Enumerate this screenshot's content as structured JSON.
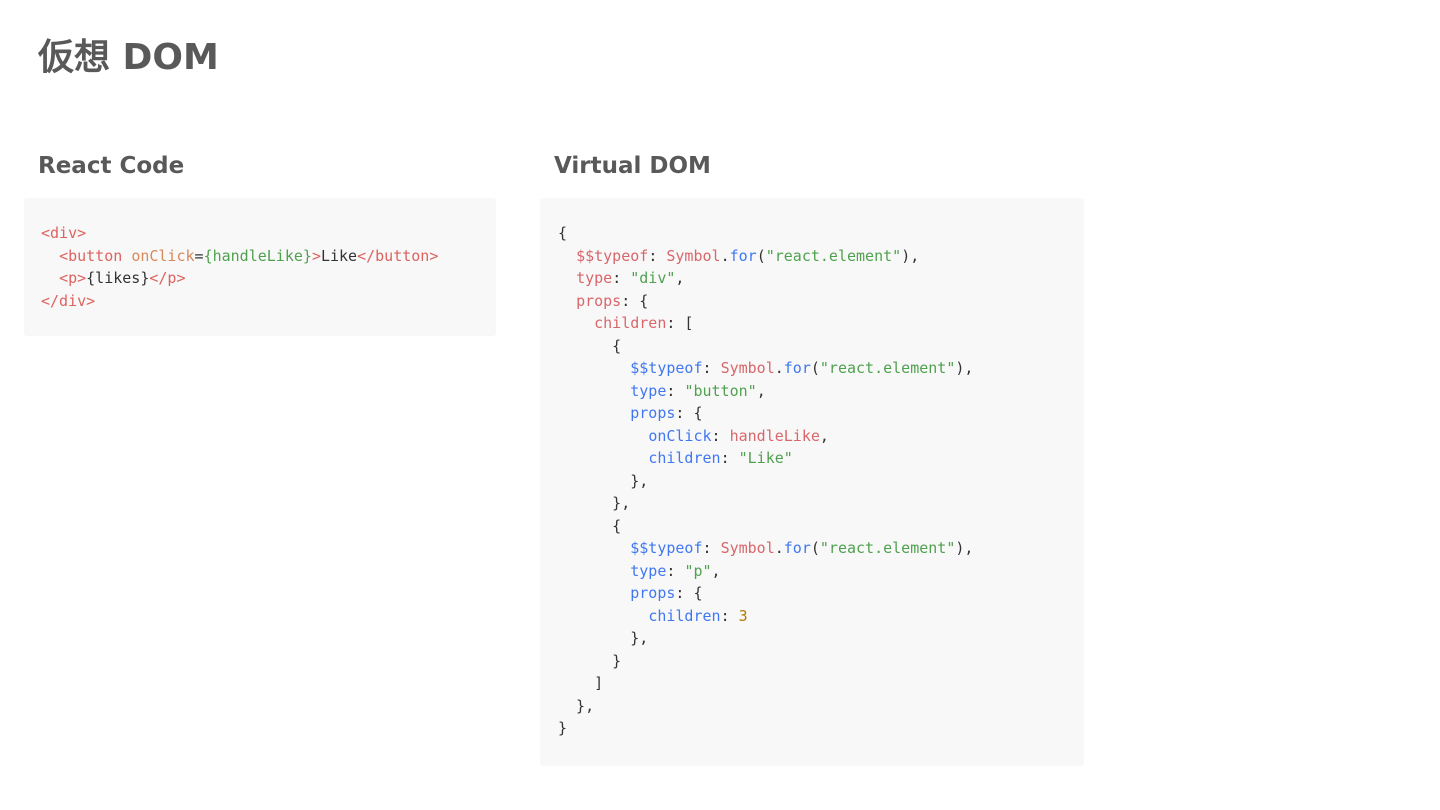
{
  "slide": {
    "title": "仮想 DOM"
  },
  "left": {
    "heading": "React Code",
    "code_lines": [
      [
        {
          "t": "<div>",
          "c": "tag"
        }
      ],
      [
        {
          "t": "  ",
          "c": "plain"
        },
        {
          "t": "<button ",
          "c": "tag"
        },
        {
          "t": "onClick",
          "c": "attr"
        },
        {
          "t": "=",
          "c": "plain"
        },
        {
          "t": "{handleLike}",
          "c": "jsx"
        },
        {
          "t": ">",
          "c": "tag"
        },
        {
          "t": "Like",
          "c": "plain"
        },
        {
          "t": "</button>",
          "c": "tag"
        }
      ],
      [
        {
          "t": "  ",
          "c": "plain"
        },
        {
          "t": "<p>",
          "c": "tag"
        },
        {
          "t": "{likes}",
          "c": "plain"
        },
        {
          "t": "</p>",
          "c": "tag"
        }
      ],
      [
        {
          "t": "</div>",
          "c": "tag"
        }
      ]
    ]
  },
  "right": {
    "heading": "Virtual DOM",
    "code_lines": [
      [
        {
          "t": "{",
          "c": "plain"
        }
      ],
      [
        {
          "t": "  ",
          "c": "plain"
        },
        {
          "t": "$$typeof",
          "c": "key-red"
        },
        {
          "t": ": ",
          "c": "plain"
        },
        {
          "t": "Symbol",
          "c": "ident"
        },
        {
          "t": ".",
          "c": "plain"
        },
        {
          "t": "for",
          "c": "fn"
        },
        {
          "t": "(",
          "c": "plain"
        },
        {
          "t": "\"react.element\"",
          "c": "str"
        },
        {
          "t": "),",
          "c": "plain"
        }
      ],
      [
        {
          "t": "  ",
          "c": "plain"
        },
        {
          "t": "type",
          "c": "key-red"
        },
        {
          "t": ": ",
          "c": "plain"
        },
        {
          "t": "\"div\"",
          "c": "str"
        },
        {
          "t": ",",
          "c": "plain"
        }
      ],
      [
        {
          "t": "  ",
          "c": "plain"
        },
        {
          "t": "props",
          "c": "key-red"
        },
        {
          "t": ": {",
          "c": "plain"
        }
      ],
      [
        {
          "t": "    ",
          "c": "plain"
        },
        {
          "t": "children",
          "c": "key-red"
        },
        {
          "t": ": [",
          "c": "plain"
        }
      ],
      [
        {
          "t": "      {",
          "c": "plain"
        }
      ],
      [
        {
          "t": "        ",
          "c": "plain"
        },
        {
          "t": "$$typeof",
          "c": "key-blue"
        },
        {
          "t": ": ",
          "c": "plain"
        },
        {
          "t": "Symbol",
          "c": "ident"
        },
        {
          "t": ".",
          "c": "plain"
        },
        {
          "t": "for",
          "c": "fn"
        },
        {
          "t": "(",
          "c": "plain"
        },
        {
          "t": "\"react.element\"",
          "c": "str"
        },
        {
          "t": "),",
          "c": "plain"
        }
      ],
      [
        {
          "t": "        ",
          "c": "plain"
        },
        {
          "t": "type",
          "c": "key-blue"
        },
        {
          "t": ": ",
          "c": "plain"
        },
        {
          "t": "\"button\"",
          "c": "str"
        },
        {
          "t": ",",
          "c": "plain"
        }
      ],
      [
        {
          "t": "        ",
          "c": "plain"
        },
        {
          "t": "props",
          "c": "key-blue"
        },
        {
          "t": ": {",
          "c": "plain"
        }
      ],
      [
        {
          "t": "          ",
          "c": "plain"
        },
        {
          "t": "onClick",
          "c": "key-blue"
        },
        {
          "t": ": ",
          "c": "plain"
        },
        {
          "t": "handleLike",
          "c": "ident"
        },
        {
          "t": ",",
          "c": "plain"
        }
      ],
      [
        {
          "t": "          ",
          "c": "plain"
        },
        {
          "t": "children",
          "c": "key-blue"
        },
        {
          "t": ": ",
          "c": "plain"
        },
        {
          "t": "\"Like\"",
          "c": "str"
        }
      ],
      [
        {
          "t": "        },",
          "c": "plain"
        }
      ],
      [
        {
          "t": "      },",
          "c": "plain"
        }
      ],
      [
        {
          "t": "      {",
          "c": "plain"
        }
      ],
      [
        {
          "t": "        ",
          "c": "plain"
        },
        {
          "t": "$$typeof",
          "c": "key-blue"
        },
        {
          "t": ": ",
          "c": "plain"
        },
        {
          "t": "Symbol",
          "c": "ident"
        },
        {
          "t": ".",
          "c": "plain"
        },
        {
          "t": "for",
          "c": "fn"
        },
        {
          "t": "(",
          "c": "plain"
        },
        {
          "t": "\"react.element\"",
          "c": "str"
        },
        {
          "t": "),",
          "c": "plain"
        }
      ],
      [
        {
          "t": "        ",
          "c": "plain"
        },
        {
          "t": "type",
          "c": "key-blue"
        },
        {
          "t": ": ",
          "c": "plain"
        },
        {
          "t": "\"p\"",
          "c": "str"
        },
        {
          "t": ",",
          "c": "plain"
        }
      ],
      [
        {
          "t": "        ",
          "c": "plain"
        },
        {
          "t": "props",
          "c": "key-blue"
        },
        {
          "t": ": {",
          "c": "plain"
        }
      ],
      [
        {
          "t": "          ",
          "c": "plain"
        },
        {
          "t": "children",
          "c": "key-blue"
        },
        {
          "t": ": ",
          "c": "plain"
        },
        {
          "t": "3",
          "c": "num"
        }
      ],
      [
        {
          "t": "        },",
          "c": "plain"
        }
      ],
      [
        {
          "t": "      }",
          "c": "plain"
        }
      ],
      [
        {
          "t": "    ]",
          "c": "plain"
        }
      ],
      [
        {
          "t": "  },",
          "c": "plain"
        }
      ],
      [
        {
          "t": "}",
          "c": "plain"
        }
      ]
    ]
  },
  "colors": {
    "tag": "#d9534f",
    "attribute": "#d8895b",
    "string": "#50a14f",
    "keyword_blue": "#4078f2",
    "number": "#b07d00",
    "code_background": "#f8f8f8",
    "heading": "#595959"
  }
}
